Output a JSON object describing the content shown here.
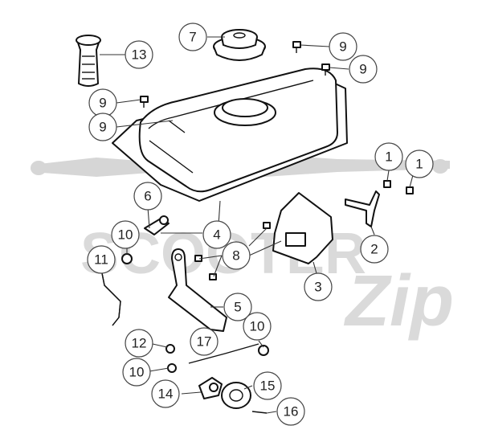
{
  "diagram": {
    "callouts": [
      {
        "id": "c13",
        "label": "13"
      },
      {
        "id": "c7",
        "label": "7"
      },
      {
        "id": "c9a",
        "label": "9"
      },
      {
        "id": "c9b",
        "label": "9"
      },
      {
        "id": "c9c",
        "label": "9"
      },
      {
        "id": "c9d",
        "label": "9"
      },
      {
        "id": "c1a",
        "label": "1"
      },
      {
        "id": "c1b",
        "label": "1"
      },
      {
        "id": "c6",
        "label": "6"
      },
      {
        "id": "c4",
        "label": "4"
      },
      {
        "id": "c10a",
        "label": "10"
      },
      {
        "id": "c11",
        "label": "11"
      },
      {
        "id": "c8",
        "label": "8"
      },
      {
        "id": "c2",
        "label": "2"
      },
      {
        "id": "c3",
        "label": "3"
      },
      {
        "id": "c5",
        "label": "5"
      },
      {
        "id": "c10b",
        "label": "10"
      },
      {
        "id": "c12",
        "label": "12"
      },
      {
        "id": "c17",
        "label": "17"
      },
      {
        "id": "c10c",
        "label": "10"
      },
      {
        "id": "c15",
        "label": "15"
      },
      {
        "id": "c14",
        "label": "14"
      },
      {
        "id": "c16",
        "label": "16"
      }
    ],
    "watermark": {
      "text": "SCOOTER",
      "script": "Zip"
    }
  }
}
